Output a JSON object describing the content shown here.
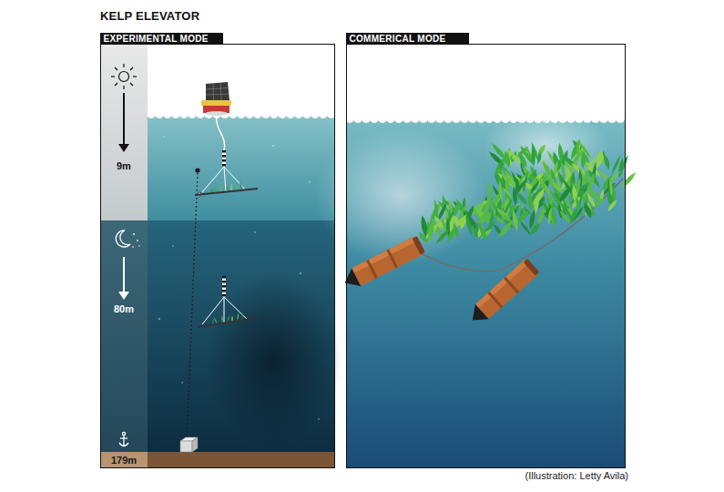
{
  "diagram": {
    "title": "KELP ELEVATOR",
    "caption": "(Illustration: Letty Avila)",
    "nodes": [
      {
        "text": [
          "EXPERIMENTAL MODE"
        ]
      },
      {
        "text": [
          "COMMERICAL MODE"
        ]
      }
    ],
    "labels": [
      "9m",
      "80m",
      "179m"
    ]
  }
}
